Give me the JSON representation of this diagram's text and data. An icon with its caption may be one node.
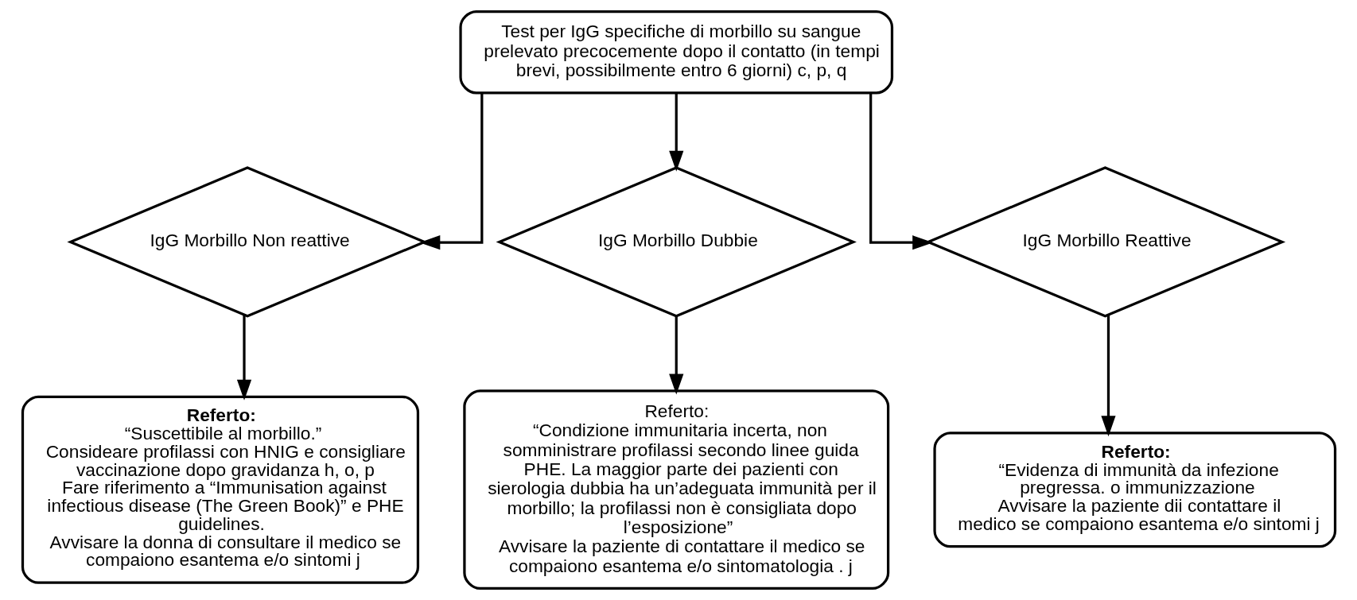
{
  "diagram": {
    "nodes": [
      {
        "text": [
          "Test per IgG specifiche di morbillo su sangue prelevato precocemente dopo il contatto (in tempi brevi, possibilmente entro 6 giorni) c, p, q"
        ]
      },
      {
        "text": [
          "IgG Morbillo Non reattive"
        ]
      },
      {
        "text": [
          "IgG Morbillo Dubbie"
        ]
      },
      {
        "text": [
          "IgG Morbillo Reattive"
        ]
      },
      {
        "text": [
          "Referto:",
          "“Suscettibile al morbillo.”",
          "Consideare profilassi con HNIG e consigliare vaccinazione dopo gravidanza h, o, p",
          "Fare riferimento a “Immunisation against infectious disease (The Green Book)” e PHE guidelines.",
          "Avvisare la donna di consultare il medico se compaiono esantema e/o sintomi j"
        ]
      },
      {
        "text": [
          "Referto:",
          "“Condizione immunitaria incerta, non somministrare profilassi secondo linee guida PHE. La maggior parte dei pazienti con sierologia dubbia ha un’adeguata immunità per il morbillo; la profilassi non è consigliata dopo l’esposizione”",
          "Avvisare la paziente di contattare il medico se compaiono esantema e/o sintomatologia . j"
        ]
      },
      {
        "text": [
          "Referto:",
          "“Evidenza di immunità da infezione pregressa. o immunizzazione",
          "Avvisare la paziente dii contattare il medico se compaiono esantema e/o sintomi j"
        ]
      }
    ],
    "edges": [
      {
        "from": 0,
        "to": 1,
        "arrow": "to"
      },
      {
        "from": 0,
        "to": 2,
        "arrow": "to"
      },
      {
        "from": 0,
        "to": 3,
        "arrow": "to"
      },
      {
        "from": 1,
        "to": 4,
        "arrow": "to"
      },
      {
        "from": 2,
        "to": 5,
        "arrow": "to"
      },
      {
        "from": 3,
        "to": 6,
        "arrow": "to"
      }
    ]
  }
}
